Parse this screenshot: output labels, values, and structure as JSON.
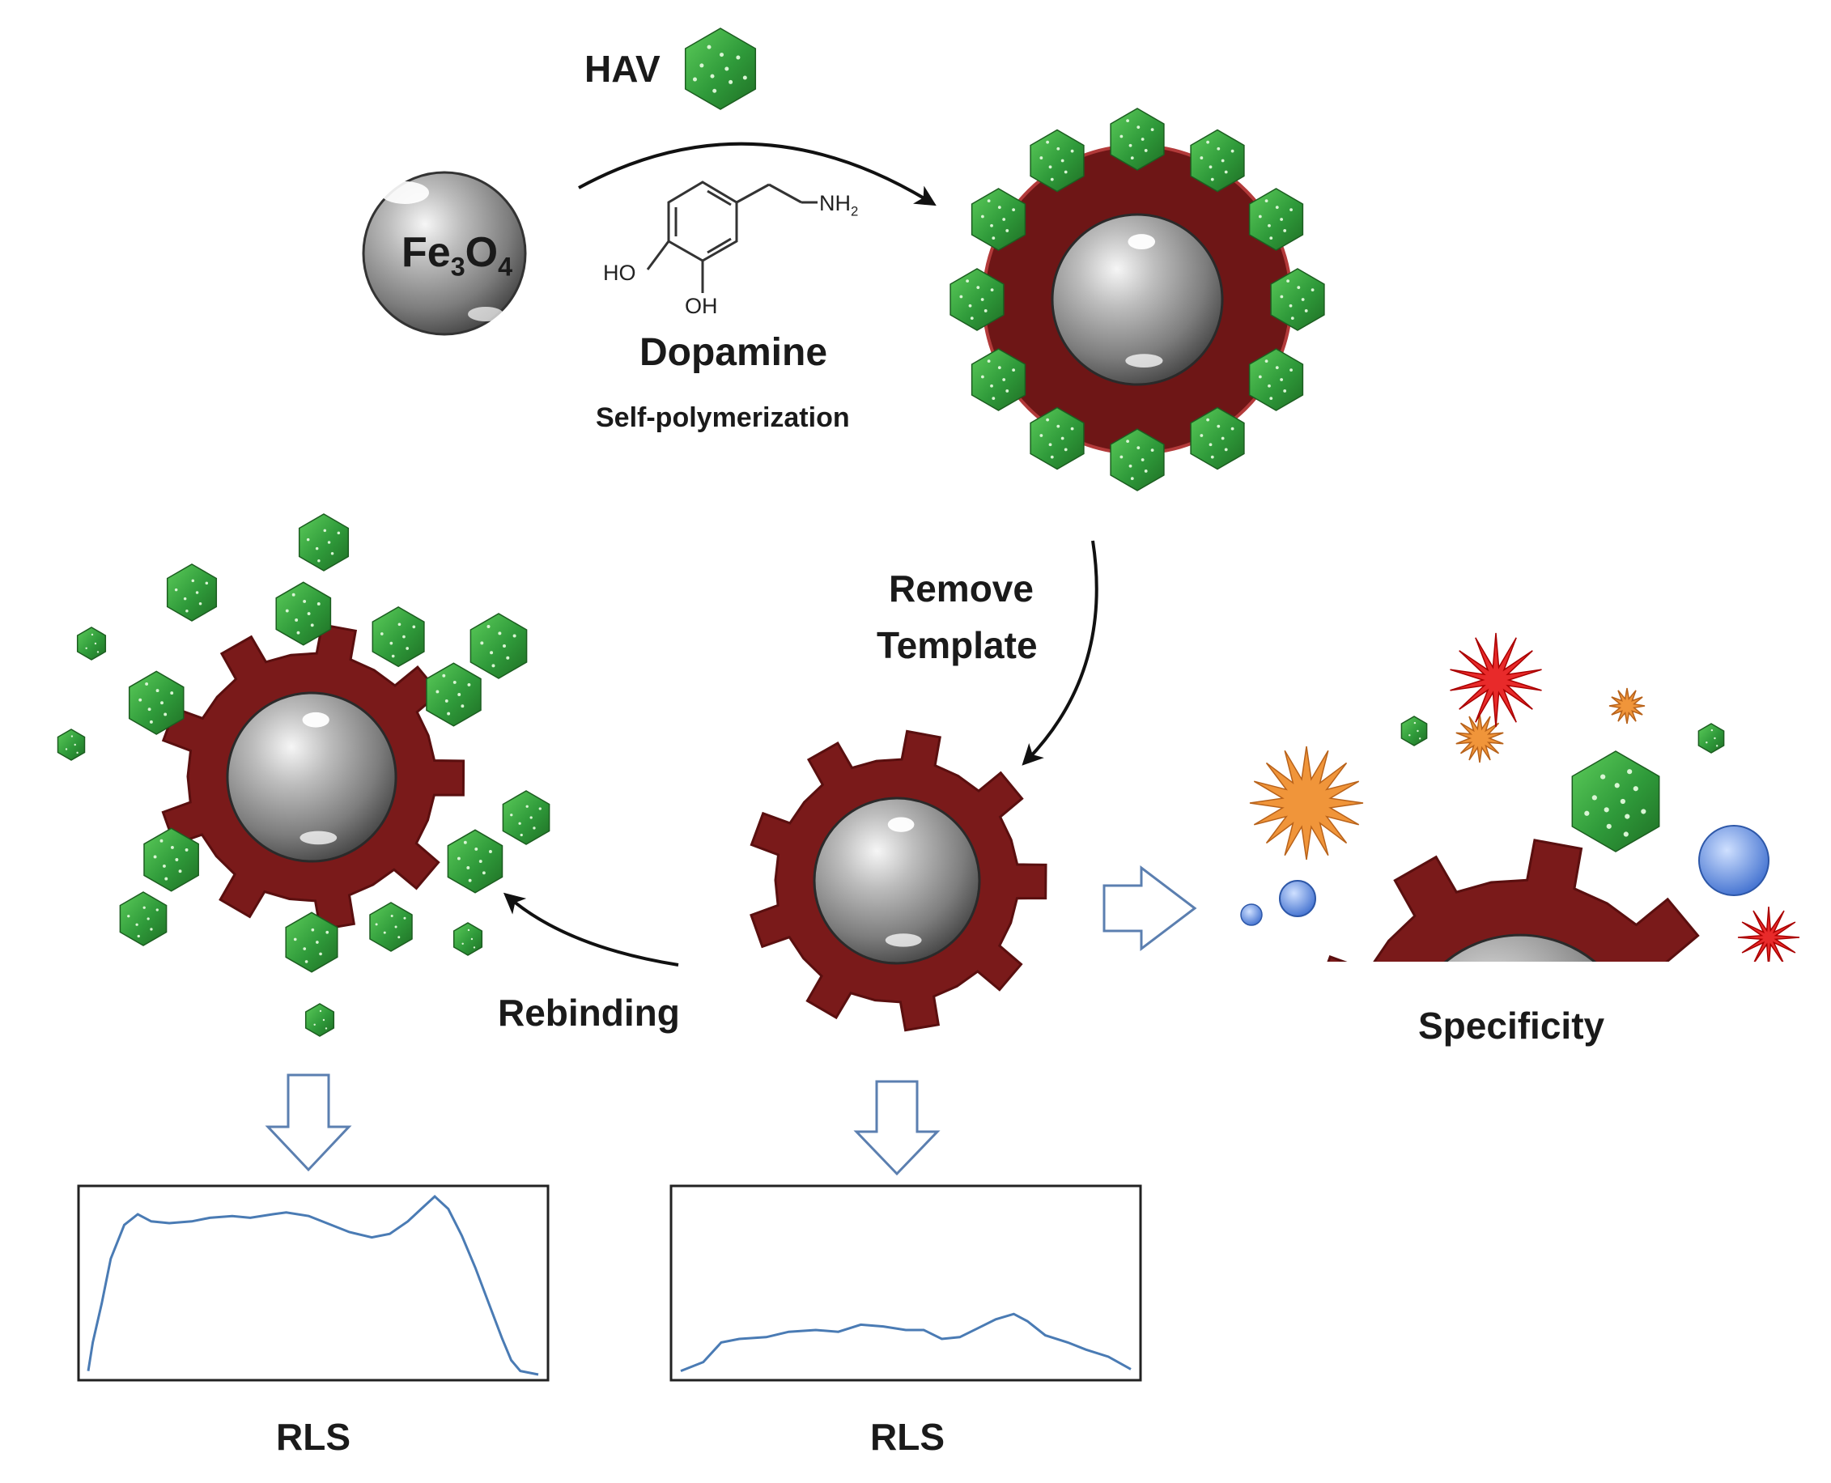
{
  "labels": {
    "hav": "HAV",
    "fe3o4_prefix": "Fe",
    "fe3o4_sub1": "3",
    "fe3o4_mid": "O",
    "fe3o4_sub2": "4",
    "dopamine": "Dopamine",
    "self_polymerization": "Self-polymerization",
    "remove_line1": "Remove",
    "remove_line2": "Template",
    "rebinding": "Rebinding",
    "specificity": "Specificity",
    "rls_left": "RLS",
    "rls_right": "RLS"
  },
  "chemistry": {
    "nh2": "NH",
    "nh2_sub": "2",
    "ho": "HO",
    "oh": "OH"
  },
  "colors": {
    "polymer": "#7a1a1a",
    "virus_green": "#2f9a3a",
    "sphere_gray": "#8a8a8a",
    "curve_blue": "#4a7bb4"
  },
  "rls_panels": [
    {
      "name": "rebinding",
      "series": [
        [
          0,
          2
        ],
        [
          1,
          18
        ],
        [
          3,
          40
        ],
        [
          5,
          65
        ],
        [
          8,
          84
        ],
        [
          11,
          90
        ],
        [
          14,
          86
        ],
        [
          18,
          85
        ],
        [
          23,
          86
        ],
        [
          27,
          88
        ],
        [
          32,
          89
        ],
        [
          36,
          88
        ],
        [
          41,
          90
        ],
        [
          44,
          91
        ],
        [
          49,
          89
        ],
        [
          53,
          85
        ],
        [
          58,
          80
        ],
        [
          63,
          77
        ],
        [
          67,
          79
        ],
        [
          71,
          86
        ],
        [
          74,
          93
        ],
        [
          77,
          100
        ],
        [
          80,
          93
        ],
        [
          83,
          78
        ],
        [
          86,
          60
        ],
        [
          89,
          40
        ],
        [
          92,
          20
        ],
        [
          94,
          8
        ],
        [
          96,
          2
        ],
        [
          100,
          0
        ]
      ]
    },
    {
      "name": "template-removed",
      "series": [
        [
          0,
          2
        ],
        [
          5,
          7
        ],
        [
          9,
          18
        ],
        [
          13,
          20
        ],
        [
          19,
          21
        ],
        [
          24,
          24
        ],
        [
          30,
          25
        ],
        [
          35,
          24
        ],
        [
          40,
          28
        ],
        [
          45,
          27
        ],
        [
          50,
          25
        ],
        [
          54,
          25
        ],
        [
          58,
          20
        ],
        [
          62,
          21
        ],
        [
          66,
          26
        ],
        [
          70,
          31
        ],
        [
          74,
          34
        ],
        [
          77,
          30
        ],
        [
          81,
          22
        ],
        [
          86,
          18
        ],
        [
          90,
          14
        ],
        [
          95,
          10
        ],
        [
          100,
          3
        ]
      ]
    }
  ]
}
